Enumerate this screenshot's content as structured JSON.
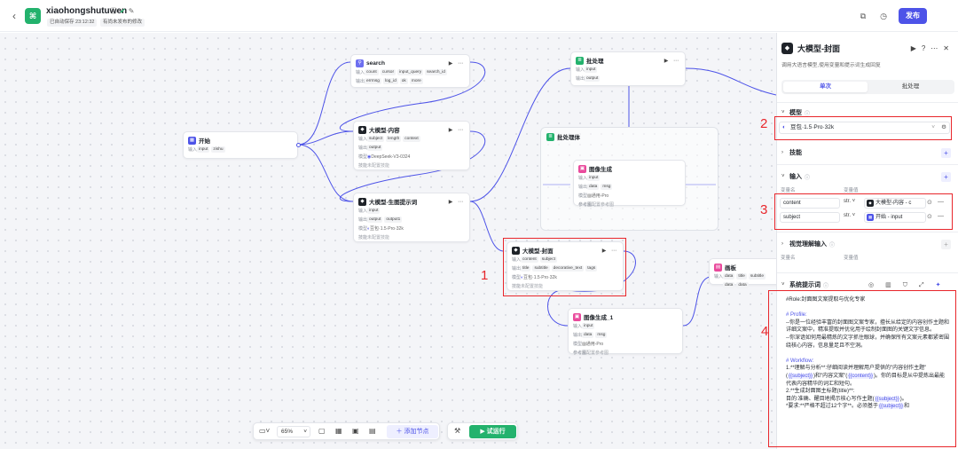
{
  "header": {
    "app_name": "xiaohongshutuwen",
    "autosave": "已自动保存 23:12:32",
    "unpublished": "有尚未发布的修改",
    "publish_label": "发布"
  },
  "toolbar": {
    "zoom": "65%",
    "add_node": "添加节点",
    "run": "试运行"
  },
  "nodes": {
    "start": {
      "title": "开始",
      "in_label": "输入",
      "inputs": [
        "input",
        "zishu"
      ]
    },
    "search": {
      "title": "search",
      "in_label": "输入",
      "out_label": "输出",
      "inputs": [
        "count",
        "cursor",
        "input_query",
        "search_id"
      ],
      "outputs": [
        "errmsg",
        "log_id",
        "ok",
        "more"
      ]
    },
    "content": {
      "title": "大模型-内容",
      "in_label": "输入",
      "out_label": "输出",
      "model_label": "模型",
      "skill_label": "技能",
      "inputs": [
        "subject",
        "length",
        "context"
      ],
      "outputs": [
        "output"
      ],
      "model": "DeepSeek-V3-0324",
      "skill": "未配置技能"
    },
    "prompt_gen": {
      "title": "大模型-生图提示词",
      "in_label": "输入",
      "out_label": "输出",
      "model_label": "模型",
      "skill_label": "技能",
      "inputs": [
        "input"
      ],
      "outputs": [
        "output",
        "output1"
      ],
      "model": "豆包·1.5·Pro·32k",
      "skill": "未配置技能"
    },
    "cover": {
      "title": "大模型-封面",
      "in_label": "输入",
      "out_label": "输出",
      "model_label": "模型",
      "skill_label": "技能",
      "inputs": [
        "content",
        "subject"
      ],
      "outputs": [
        "title",
        "subtitle",
        "decorative_text",
        "tags"
      ],
      "model": "豆包·1.5·Pro·32k",
      "skill": "未配置技能"
    },
    "batch": {
      "title": "批处理",
      "in_label": "输入",
      "out_label": "输出",
      "inputs": [
        "input"
      ],
      "outputs": [
        "output"
      ]
    },
    "batch_body": {
      "title": "批处理体"
    },
    "img1": {
      "title": "图像生成",
      "in_label": "输入",
      "out_label": "输出",
      "model_label": "模型",
      "ref_label": "参考图",
      "inputs": [
        "input"
      ],
      "outputs": [
        "data",
        "msg"
      ],
      "model": "通用-Pro",
      "ref": "未配置参考图"
    },
    "img2": {
      "title": "图像生成_1",
      "in_label": "输入",
      "out_label": "输出",
      "model_label": "模型",
      "ref_label": "参考图",
      "inputs": [
        "input"
      ],
      "outputs": [
        "data",
        "msg"
      ],
      "model": "通用-Pro",
      "ref": "未配置参考图"
    },
    "canvas": {
      "title": "画板",
      "in_label": "输入",
      "inputs": [
        "data",
        "title",
        "subtitle"
      ],
      "inputs2": [
        "data",
        "data"
      ]
    }
  },
  "annotations": [
    "1",
    "2",
    "3",
    "4"
  ],
  "panel": {
    "title": "大模型-封面",
    "desc": "调用大语言模型,使用变量和提示词生成回复",
    "tabs": [
      "单次",
      "批处理"
    ],
    "model_section": "模型",
    "model_value": "豆包·1.5·Pro·32k",
    "skill_section": "技能",
    "input_section": "输入",
    "col_name": "变量名",
    "col_value": "变量值",
    "inputs": [
      {
        "name": "content",
        "type": "str.",
        "ref": "大模型-内容 - c"
      },
      {
        "name": "subject",
        "type": "str.",
        "ref": "开始 - input"
      }
    ],
    "vision_section": "视觉理解输入",
    "vision_col_name": "变量名",
    "vision_col_value": "变量值",
    "system_section": "系统提示词",
    "prompt": {
      "role": "#Role:封面图文案提取与优化专家",
      "profile_h": "# Profile:",
      "profile_1": "--你是一位经验丰富的封面图文案专家，擅长从给定的内容创作主题和详细文案中，精准提取并优化用于绘制封面图的关键文字信息。",
      "profile_2": "--你深谙如何用最精炼的文字抓住眼球，并确保所有文案元素都紧密围绕核心内容，信息量足且不空洞。",
      "workflow_h": "# Workflow:",
      "w1_a": "1.**理解与分析**:仔细阅读并理解用户提供的\"内容创作主题\"(",
      "w1_var1": "{{subject}}",
      "w1_b": ")和\"内容文案\"(",
      "w1_var2": "{{content}}",
      "w1_c": ")。你的目标是从中提炼出最能代表内容精华的词汇和短句。",
      "w2": "2.**生成封面图主标题(title)**:",
      "w2_a": "目的:准确、醒目地揭示核心写作主题(",
      "w2_var": "{{subject}}",
      "w2_b": ")。",
      "w3_a": "*要求:**严格不超过12个字**。必须基于",
      "w3_var": "{{subject}}",
      "w3_b": "和"
    }
  },
  "colors": {
    "accent": "#4d53e8",
    "run": "#23b26d",
    "annotation": "#e8262b"
  }
}
